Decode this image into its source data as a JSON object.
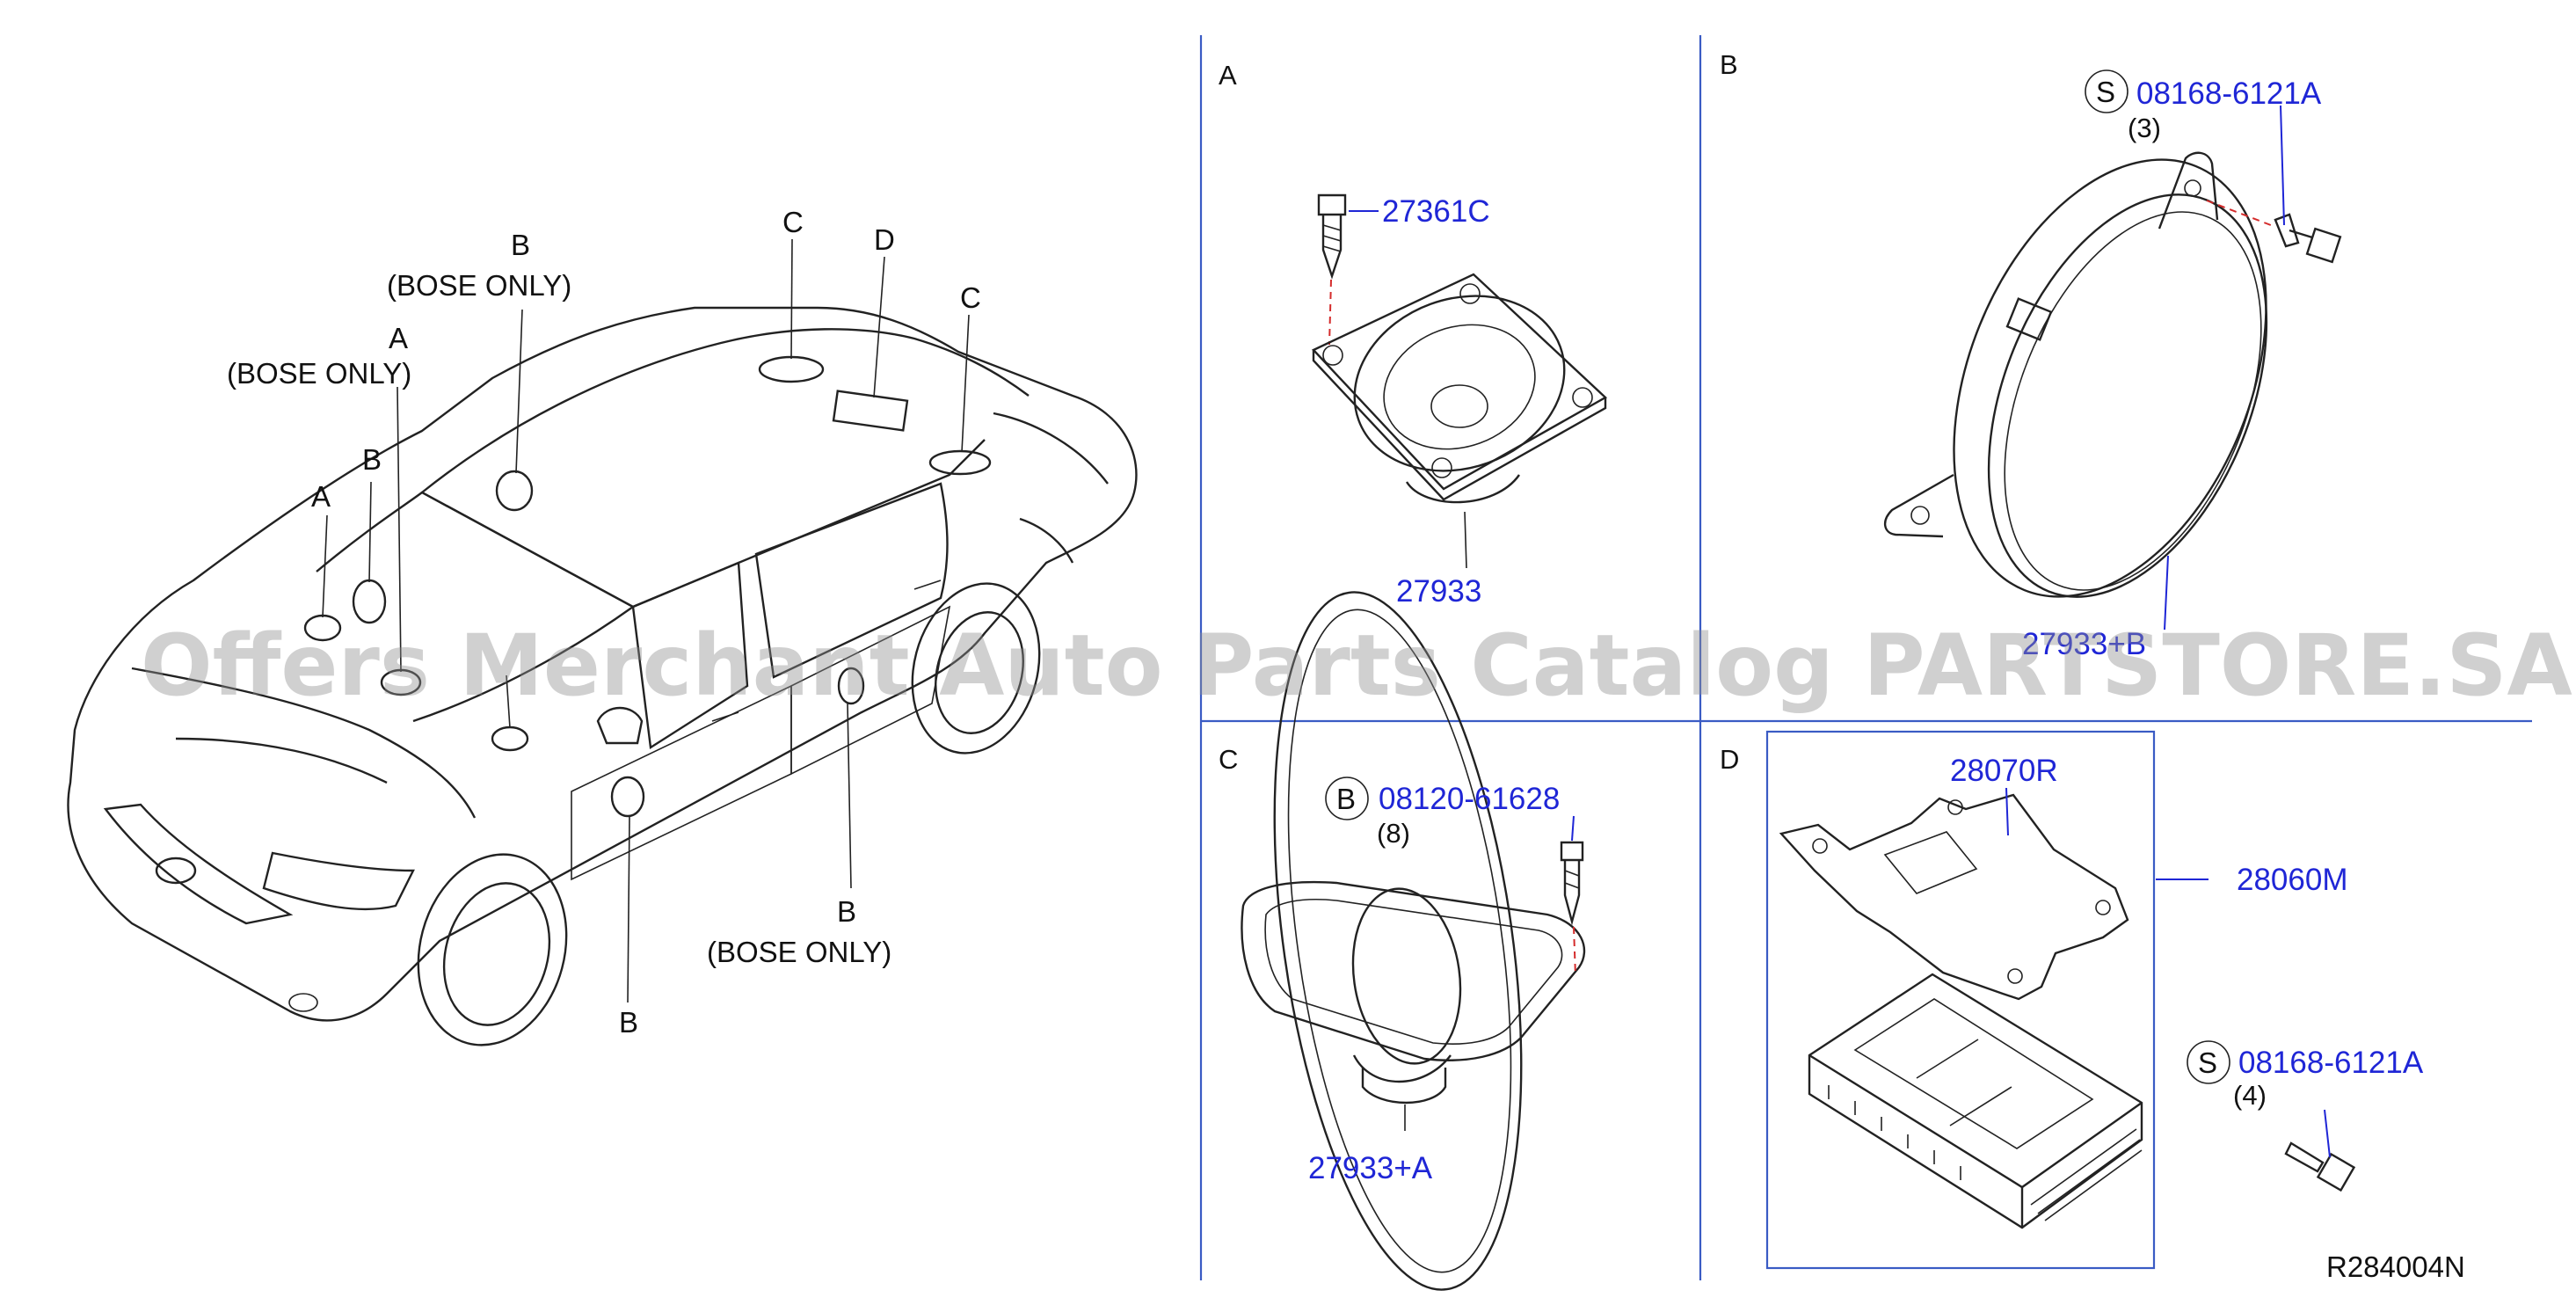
{
  "sections": {
    "a": "A",
    "b": "B",
    "c": "C",
    "d": "D"
  },
  "car_labels": {
    "b_top": "B",
    "bose_only_1": "(BOSE   ONLY)",
    "a_top": "A",
    "bose_only_2": "(BOSE   ONLY)",
    "b_left": "B",
    "a_left": "A",
    "c_left": "C",
    "d_top": "D",
    "c_right": "C",
    "b_door_rear": "B",
    "bose_only_3": "(BOSE   ONLY)",
    "b_door_front": "B"
  },
  "parts": {
    "a_screw": "27361C",
    "a_speaker": "27933",
    "b_bolt": "08168-6121A",
    "b_bolt_qty": "(3)",
    "b_speaker": "27933+B",
    "c_screw": "08120-61628",
    "c_screw_qty": "(8)",
    "c_speaker": "27933+A",
    "d_bracket": "28070R",
    "d_amp": "28060M",
    "d_bolt": "08168-6121A",
    "d_bolt_qty": "(4)"
  },
  "symbols": {
    "s": "S",
    "b": "B"
  },
  "reference": "R284004N",
  "watermark": "Offers Merchant Auto Parts Catalog PARTSTORE.SA"
}
